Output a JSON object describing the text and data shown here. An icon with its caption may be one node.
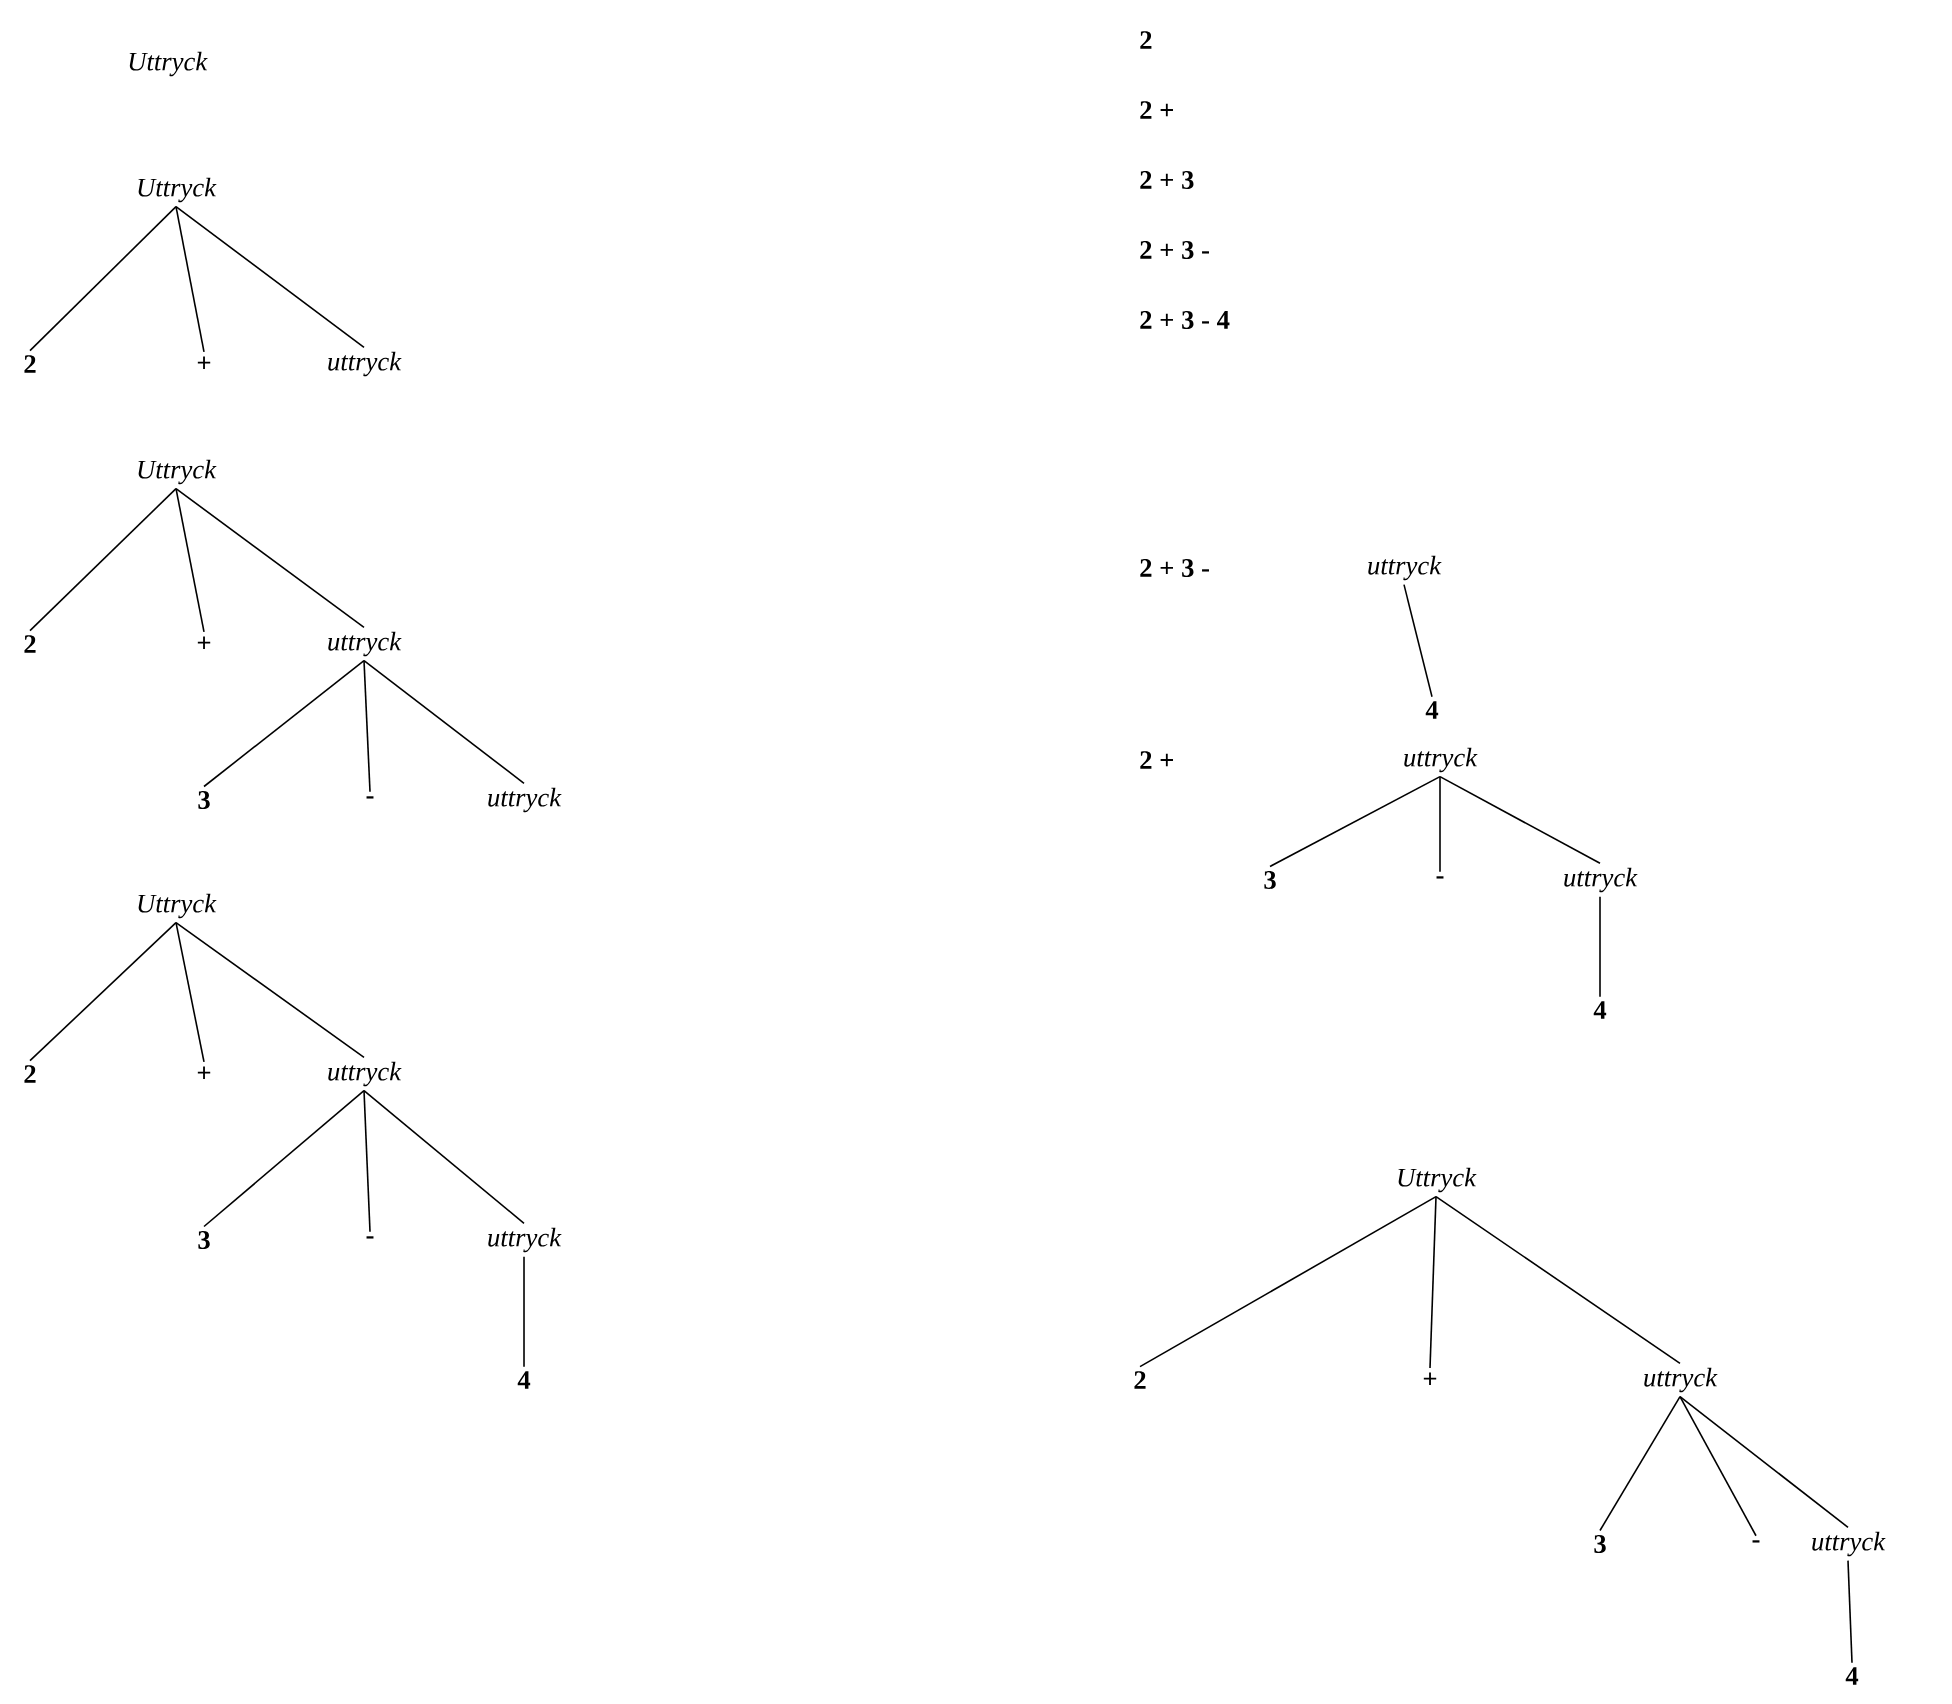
{
  "diagram": {
    "nodes": [
      {
        "text": [
          "Uttryck"
        ]
      },
      {
        "text": [
          "2"
        ]
      },
      {
        "text": [
          "+"
        ]
      },
      {
        "text": [
          "uttryck"
        ]
      },
      {
        "text": [
          "Uttryck"
        ]
      },
      {
        "text": [
          "2"
        ]
      },
      {
        "text": [
          "+"
        ]
      },
      {
        "text": [
          "uttryck"
        ]
      },
      {
        "text": [
          "3"
        ]
      },
      {
        "text": [
          "-"
        ]
      },
      {
        "text": [
          "uttryck"
        ]
      },
      {
        "text": [
          "Uttryck"
        ]
      },
      {
        "text": [
          "2"
        ]
      },
      {
        "text": [
          "+"
        ]
      },
      {
        "text": [
          "uttryck"
        ]
      },
      {
        "text": [
          "3"
        ]
      },
      {
        "text": [
          "-"
        ]
      },
      {
        "text": [
          "uttryck"
        ]
      },
      {
        "text": [
          "4"
        ]
      },
      {
        "text": [
          "uttryck"
        ]
      },
      {
        "text": [
          "4"
        ]
      },
      {
        "text": [
          "uttryck"
        ]
      },
      {
        "text": [
          "3"
        ]
      },
      {
        "text": [
          "-"
        ]
      },
      {
        "text": [
          "uttryck"
        ]
      },
      {
        "text": [
          "4"
        ]
      },
      {
        "text": [
          "Uttryck"
        ]
      },
      {
        "text": [
          "2"
        ]
      },
      {
        "text": [
          "+"
        ]
      },
      {
        "text": [
          "uttryck"
        ]
      },
      {
        "text": [
          "3"
        ]
      },
      {
        "text": [
          "-"
        ]
      },
      {
        "text": [
          "uttryck"
        ]
      },
      {
        "text": [
          "4"
        ]
      }
    ],
    "edges": [
      {
        "from": 0,
        "to": 1,
        "arrow": "none"
      },
      {
        "from": 0,
        "to": 2,
        "arrow": "none"
      },
      {
        "from": 0,
        "to": 3,
        "arrow": "none"
      },
      {
        "from": 4,
        "to": 5,
        "arrow": "none"
      },
      {
        "from": 4,
        "to": 6,
        "arrow": "none"
      },
      {
        "from": 4,
        "to": 7,
        "arrow": "none"
      },
      {
        "from": 7,
        "to": 8,
        "arrow": "none"
      },
      {
        "from": 7,
        "to": 9,
        "arrow": "none"
      },
      {
        "from": 7,
        "to": 10,
        "arrow": "none"
      },
      {
        "from": 11,
        "to": 12,
        "arrow": "none"
      },
      {
        "from": 11,
        "to": 13,
        "arrow": "none"
      },
      {
        "from": 11,
        "to": 14,
        "arrow": "none"
      },
      {
        "from": 14,
        "to": 15,
        "arrow": "none"
      },
      {
        "from": 14,
        "to": 16,
        "arrow": "none"
      },
      {
        "from": 14,
        "to": 17,
        "arrow": "none"
      },
      {
        "from": 17,
        "to": 18,
        "arrow": "none"
      },
      {
        "from": 19,
        "to": 20,
        "arrow": "none"
      },
      {
        "from": 21,
        "to": 22,
        "arrow": "none"
      },
      {
        "from": 21,
        "to": 23,
        "arrow": "none"
      },
      {
        "from": 21,
        "to": 24,
        "arrow": "none"
      },
      {
        "from": 24,
        "to": 25,
        "arrow": "none"
      },
      {
        "from": 26,
        "to": 27,
        "arrow": "none"
      },
      {
        "from": 26,
        "to": 28,
        "arrow": "none"
      },
      {
        "from": 26,
        "to": 29,
        "arrow": "none"
      },
      {
        "from": 29,
        "to": 30,
        "arrow": "none"
      },
      {
        "from": 29,
        "to": 31,
        "arrow": "none"
      },
      {
        "from": 29,
        "to": 32,
        "arrow": "none"
      },
      {
        "from": 32,
        "to": 33,
        "arrow": "none"
      }
    ],
    "labels": [
      "Uttryck",
      "2",
      "2 +",
      "2 + 3",
      "2 + 3 -",
      "2 + 3 - 4",
      "2 + 3 -",
      "2 +"
    ]
  }
}
